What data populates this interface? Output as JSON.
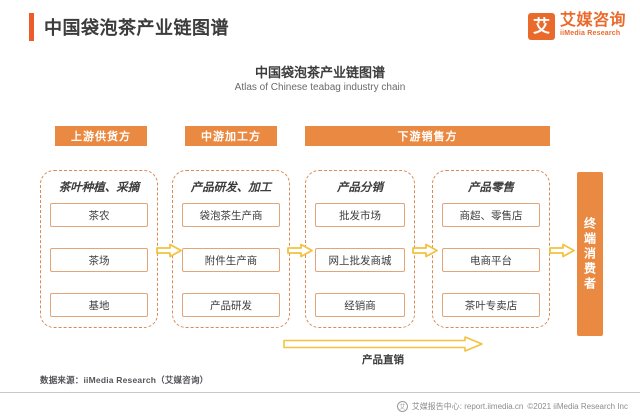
{
  "header": {
    "title": "中国袋泡茶产业链图谱",
    "accent_color": "#ec5b2a",
    "logo": {
      "mark": "艾",
      "name_cn": "艾媒咨询",
      "name_en": "iiMedia Research",
      "color": "#ea6a2c"
    }
  },
  "chart_data": {
    "type": "diagram",
    "title": "中国袋泡茶产业链图谱",
    "subtitle": "Atlas of Chinese teabag industry chain",
    "bands": [
      {
        "label": "上游供货方",
        "color": "#ea8a42"
      },
      {
        "label": "中游加工方",
        "color": "#ea8a42"
      },
      {
        "label": "下游销售方",
        "color": "#ea8a42"
      }
    ],
    "columns": [
      {
        "title": "茶叶种植、采摘",
        "items": [
          "茶农",
          "茶场",
          "基地"
        ]
      },
      {
        "title": "产品研发、加工",
        "items": [
          "袋泡茶生产商",
          "附件生产商",
          "产品研发"
        ]
      },
      {
        "title": "产品分销",
        "items": [
          "批发市场",
          "网上批发商城",
          "经销商"
        ]
      },
      {
        "title": "产品零售",
        "items": [
          "商超、零售店",
          "电商平台",
          "茶叶专卖店"
        ]
      }
    ],
    "terminal": {
      "label": "终端消费者",
      "color": "#ea8a42"
    },
    "flow_label": "产品直销",
    "arrow_color": "#f3c23f",
    "box_border_color": "#e2a577",
    "group_border_color": "#d98a55"
  },
  "footer": {
    "source": "数据来源：iiMedia Research（艾媒咨询）",
    "report_center": "艾媒报告中心: report.iimedia.cn",
    "copyright": "©2021  iiMedia Research Inc"
  }
}
